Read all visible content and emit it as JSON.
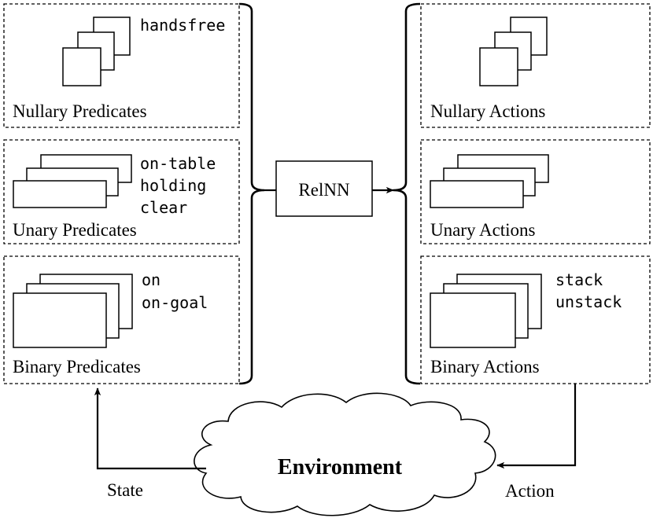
{
  "left_panels": [
    {
      "title": "Nullary Predicates",
      "items": [
        "handsfree"
      ]
    },
    {
      "title": "Unary Predicates",
      "items": [
        "on-table",
        "holding",
        "clear"
      ]
    },
    {
      "title": "Binary Predicates",
      "items": [
        "on",
        "on-goal"
      ]
    }
  ],
  "right_panels": [
    {
      "title": "Nullary Actions",
      "items": []
    },
    {
      "title": "Unary Actions",
      "items": []
    },
    {
      "title": "Binary Actions",
      "items": [
        "stack",
        "unstack"
      ]
    }
  ],
  "center": {
    "label": "RelNN"
  },
  "environment": {
    "label": "Environment"
  },
  "flows": {
    "state_label": "State",
    "action_label": "Action"
  }
}
